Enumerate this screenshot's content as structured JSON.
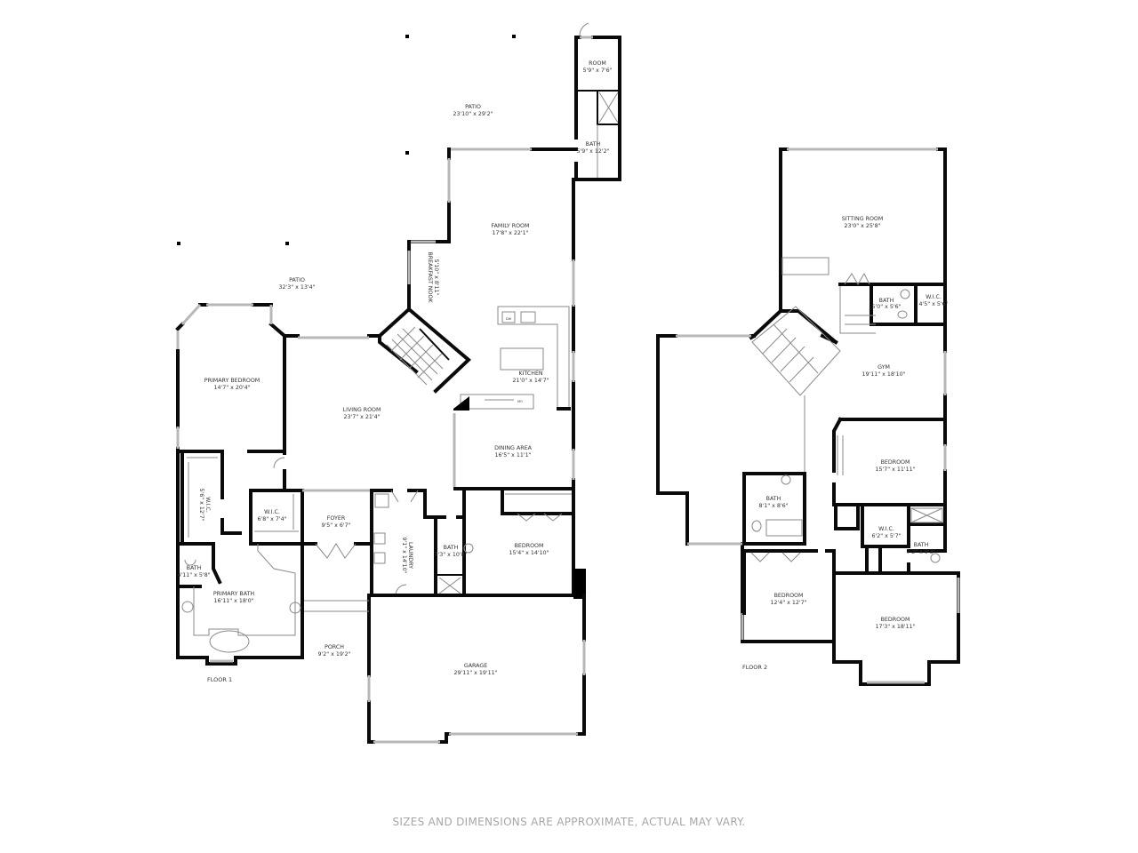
{
  "floor1": {
    "label": "FLOOR 1",
    "rooms": {
      "patio_top": {
        "name": "PATIO",
        "dims": "23'10\" x 29'2\""
      },
      "room": {
        "name": "ROOM",
        "dims": "5'9\" x 7'6\""
      },
      "bath_annex": {
        "name": "BATH",
        "dims": "5'9\" x 12'2\""
      },
      "family_room": {
        "name": "FAMILY ROOM",
        "dims": "17'8\" x 22'1\""
      },
      "breakfast_nook": {
        "name": "BREAKFAST NOOK",
        "dims": "5'10\" x 8'11\""
      },
      "patio_left": {
        "name": "PATIO",
        "dims": "32'3\" x 13'4\""
      },
      "primary_bedroom": {
        "name": "PRIMARY BEDROOM",
        "dims": "14'7\" x 20'4\""
      },
      "living_room": {
        "name": "LIVING ROOM",
        "dims": "23'7\" x 21'4\""
      },
      "kitchen": {
        "name": "KITCHEN",
        "dims": "21'0\" x 14'7\""
      },
      "dining_area": {
        "name": "DINING AREA",
        "dims": "16'5\" x 11'1\""
      },
      "wic_long": {
        "name": "W.I.C.",
        "dims": "5'6\" x 12'7\""
      },
      "wic": {
        "name": "W.I.C.",
        "dims": "6'8\" x 7'4\""
      },
      "foyer": {
        "name": "FOYER",
        "dims": "9'5\" x 6'7\""
      },
      "laundry": {
        "name": "LAUNDRY",
        "dims": "9'1\" x 14'10\""
      },
      "bath_hall": {
        "name": "BATH",
        "dims": "7'3\" x 10'8\""
      },
      "bedroom": {
        "name": "BEDROOM",
        "dims": "15'4\" x 14'10\""
      },
      "bath_small": {
        "name": "BATH",
        "dims": "4'11\" x 5'8\""
      },
      "primary_bath": {
        "name": "PRIMARY BATH",
        "dims": "16'11\" x 18'0\""
      },
      "porch": {
        "name": "PORCH",
        "dims": "9'2\" x 19'2\""
      },
      "garage": {
        "name": "GARAGE",
        "dims": "29'11\" x 19'11\""
      }
    },
    "appliances": {
      "dishwasher": "DW",
      "microwave": "MO"
    }
  },
  "floor2": {
    "label": "FLOOR 2",
    "rooms": {
      "sitting_room": {
        "name": "SITTING ROOM",
        "dims": "23'0\" x 25'8\""
      },
      "bath_upper": {
        "name": "BATH",
        "dims": "5'0\" x 5'6\""
      },
      "wic_upper": {
        "name": "W.I.C.",
        "dims": "4'5\" x 5'6\""
      },
      "gym": {
        "name": "GYM",
        "dims": "19'11\" x 18'10\""
      },
      "bedroom_east": {
        "name": "BEDROOM",
        "dims": "15'7\" x 11'11\""
      },
      "bath_hall": {
        "name": "BATH",
        "dims": "8'1\" x 8'6\""
      },
      "wic_mid": {
        "name": "W.I.C.",
        "dims": "6'2\" x 5'7\""
      },
      "bath_ensuite": {
        "name": "BATH",
        "dims": "7'2\" x 9'3\""
      },
      "bedroom_sw": {
        "name": "BEDROOM",
        "dims": "12'4\" x 12'7\""
      },
      "bedroom_se": {
        "name": "BEDROOM",
        "dims": "17'3\" x 18'11\""
      }
    }
  },
  "disclaimer": "SIZES AND DIMENSIONS ARE APPROXIMATE, ACTUAL MAY VARY."
}
